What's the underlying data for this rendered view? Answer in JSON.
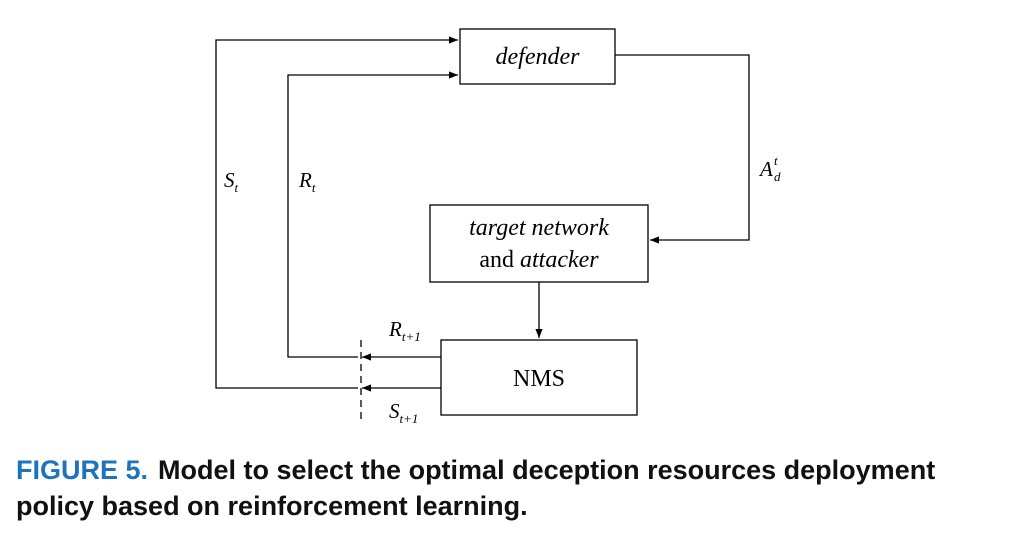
{
  "diagram": {
    "boxes": {
      "defender": {
        "text": "defender"
      },
      "target_network": {
        "line1": "target network",
        "line2_plain": "and ",
        "line2_italic": "attacker"
      },
      "nms": {
        "text": "NMS"
      }
    },
    "labels": {
      "s_t": {
        "main": "S",
        "sub": "t"
      },
      "r_t": {
        "main": "R",
        "sub": "t"
      },
      "a_d_t": {
        "main": "A",
        "sup": "t",
        "sub": "d"
      },
      "r_t1": {
        "main": "R",
        "sub": "t+1"
      },
      "s_t1": {
        "main": "S",
        "sub": "t+1"
      }
    }
  },
  "caption": {
    "label": "FIGURE 5.",
    "text": "Model to select the optimal deception resources deployment policy based on reinforcement learning."
  },
  "colors": {
    "caption_label": "#1e73be",
    "line": "#000000"
  }
}
